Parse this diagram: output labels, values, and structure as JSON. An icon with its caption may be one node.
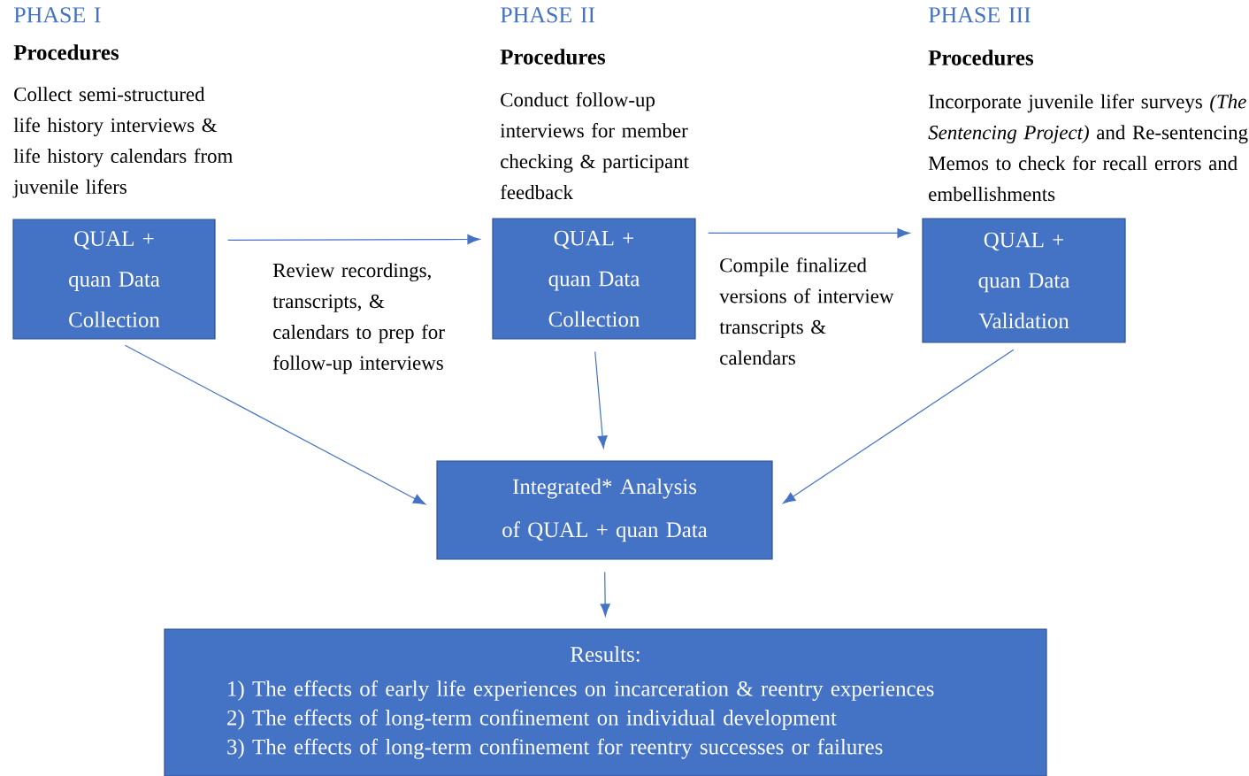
{
  "diagram": {
    "nodes": [
      {
        "text": [
          "QUAL + quan Data Collection"
        ]
      },
      {
        "text": [
          "QUAL + quan Data Collection"
        ]
      },
      {
        "text": [
          "QUAL + quan Data Validation"
        ]
      },
      {
        "text": [
          "Integrated* Analysis of QUAL + quan Data"
        ]
      },
      {
        "text": [
          "Results:",
          "1) The effects of early life experiences on incarceration & reentry experiences",
          "2) The effects of long-term confinement on individual development",
          "3) The effects of long-term confinement for reentry successes or failures"
        ]
      }
    ],
    "edges": [
      {
        "from": 0,
        "to": 1,
        "arrow": "to",
        "label": "Review recordings, transcripts, & calendars to prep for follow-up interviews"
      },
      {
        "from": 1,
        "to": 2,
        "arrow": "to",
        "label": "Compile finalized versions of interview transcripts & calendars"
      },
      {
        "from": 0,
        "to": 3,
        "arrow": "to"
      },
      {
        "from": 1,
        "to": 3,
        "arrow": "to"
      },
      {
        "from": 2,
        "to": 3,
        "arrow": "to"
      },
      {
        "from": 3,
        "to": 4,
        "arrow": "to"
      }
    ],
    "labels": [
      "PHASE I",
      "Procedures",
      "Collect semi-structured life history interviews & life history calendars from juvenile lifers",
      "PHASE II",
      "Procedures",
      "Conduct follow-up interviews for member checking & participant feedback",
      "PHASE III",
      "Procedures",
      "Incorporate juvenile lifer surveys *(The Sentencing Project)* and Re-sentencing Memos to check for recall errors and embellishments"
    ]
  }
}
